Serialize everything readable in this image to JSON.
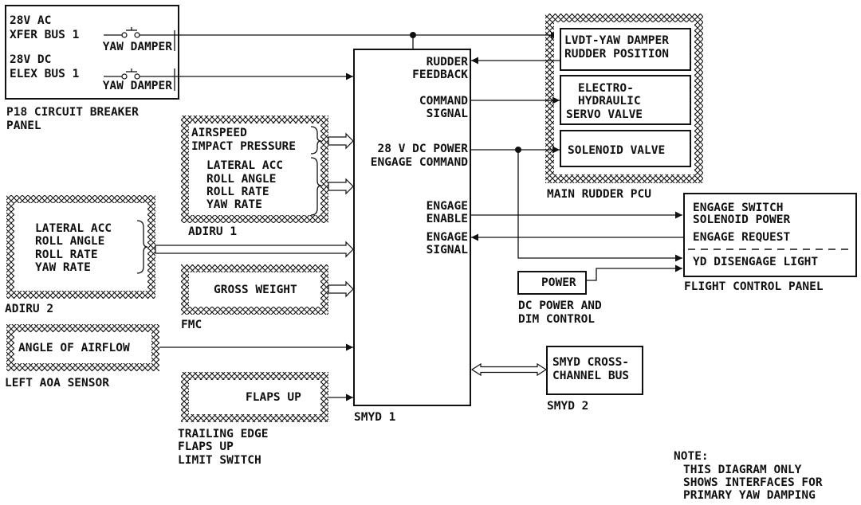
{
  "colors": {
    "ink": "#111111",
    "background": "#ffffff"
  },
  "breaker_panel": {
    "label_line1": "P18 CIRCUIT BREAKER",
    "label_line2": "PANEL",
    "ac_bus_line1": "28V AC",
    "ac_bus_line2": "XFER BUS 1",
    "ac_breaker": "YAW DAMPER",
    "dc_bus_line1": "28V DC",
    "dc_bus_line2": "ELEX BUS 1",
    "dc_breaker": "YAW DAMPER"
  },
  "adiru1": {
    "label": "ADIRU 1",
    "airspeed": "AIRSPEED",
    "impact_pressure": "IMPACT PRESSURE",
    "lateral_acc": "LATERAL ACC",
    "roll_angle": "ROLL ANGLE",
    "roll_rate": "ROLL RATE",
    "yaw_rate": "YAW RATE"
  },
  "adiru2": {
    "label": "ADIRU 2",
    "lateral_acc": "LATERAL ACC",
    "roll_angle": "ROLL ANGLE",
    "roll_rate": "ROLL RATE",
    "yaw_rate": "YAW RATE"
  },
  "fmc": {
    "label": "FMC",
    "gross_weight": "GROSS WEIGHT"
  },
  "aoa_sensor": {
    "label": "LEFT AOA SENSOR",
    "signal": "ANGLE OF AIRFLOW"
  },
  "flaps_switch": {
    "signal": "FLAPS UP",
    "label_line1": "TRAILING EDGE",
    "label_line2": "FLAPS UP",
    "label_line3": "LIMIT SWITCH"
  },
  "smyd1": {
    "label": "SMYD 1",
    "rudder_feedback_line1": "RUDDER",
    "rudder_feedback_line2": "FEEDBACK",
    "command_signal_line1": "COMMAND",
    "command_signal_line2": "SIGNAL",
    "power_line1": "28 V DC POWER",
    "power_line2": "ENGAGE COMMAND",
    "engage_enable_line1": "ENGAGE",
    "engage_enable_line2": "ENABLE",
    "engage_signal_line1": "ENGAGE",
    "engage_signal_line2": "SIGNAL"
  },
  "rudder_pcu": {
    "label": "MAIN RUDDER PCU",
    "lvdt_line1": "LVDT-YAW DAMPER",
    "lvdt_line2": "RUDDER POSITION",
    "servo_line1": "ELECTRO-",
    "servo_line2": "HYDRAULIC",
    "servo_line3": "SERVO VALVE",
    "solenoid": "SOLENOID VALVE"
  },
  "flight_control_panel": {
    "label": "FLIGHT CONTROL PANEL",
    "engage_switch_line1": "ENGAGE SWITCH",
    "engage_switch_line2": "SOLENOID POWER",
    "engage_request": "ENGAGE REQUEST",
    "yd_light": "YD DISENGAGE LIGHT"
  },
  "dc_power_dim": {
    "box": "POWER",
    "label_line1": "DC POWER AND",
    "label_line2": "DIM CONTROL"
  },
  "smyd2": {
    "label": "SMYD 2",
    "box_line1": "SMYD CROSS-",
    "box_line2": "CHANNEL BUS"
  },
  "note": {
    "title": "NOTE:",
    "line1": "THIS DIAGRAM ONLY",
    "line2": "SHOWS INTERFACES FOR",
    "line3": "PRIMARY YAW DAMPING"
  }
}
